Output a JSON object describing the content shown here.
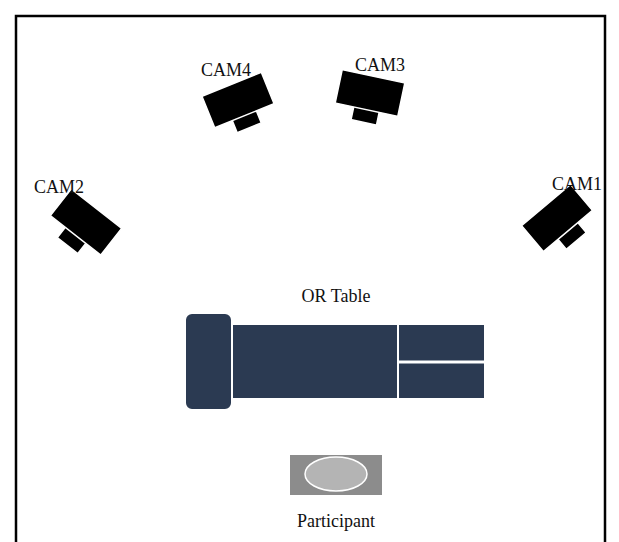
{
  "diagram": {
    "labels": [
      "CAM4",
      "CAM3",
      "CAM2",
      "CAM1",
      "OR Table",
      "Participant"
    ]
  }
}
